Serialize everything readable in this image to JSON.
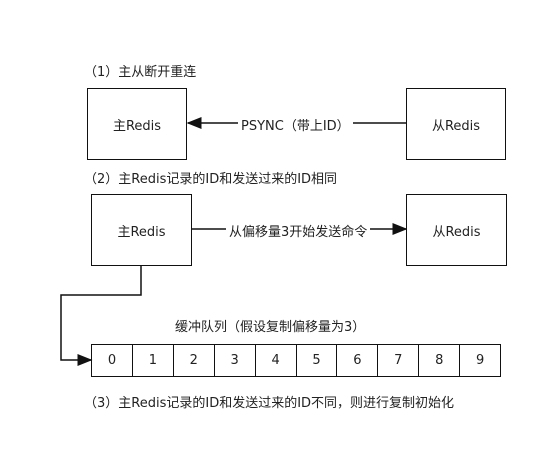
{
  "step1": {
    "caption": "（1）主从断开重连",
    "master": "主Redis",
    "slave": "从Redis",
    "arrow_label": "PSYNC（带上ID）"
  },
  "step2": {
    "caption": "（2）主Redis记录的ID和发送过来的ID相同",
    "master": "主Redis",
    "slave": "从Redis",
    "arrow_label": "从偏移量3开始发送命令"
  },
  "queue": {
    "caption": "缓冲队列（假设复制偏移量为3）",
    "cells": [
      "0",
      "1",
      "2",
      "3",
      "4",
      "5",
      "6",
      "7",
      "8",
      "9"
    ]
  },
  "step3": {
    "caption": "（3）主Redis记录的ID和发送过来的ID不同，则进行复制初始化"
  }
}
